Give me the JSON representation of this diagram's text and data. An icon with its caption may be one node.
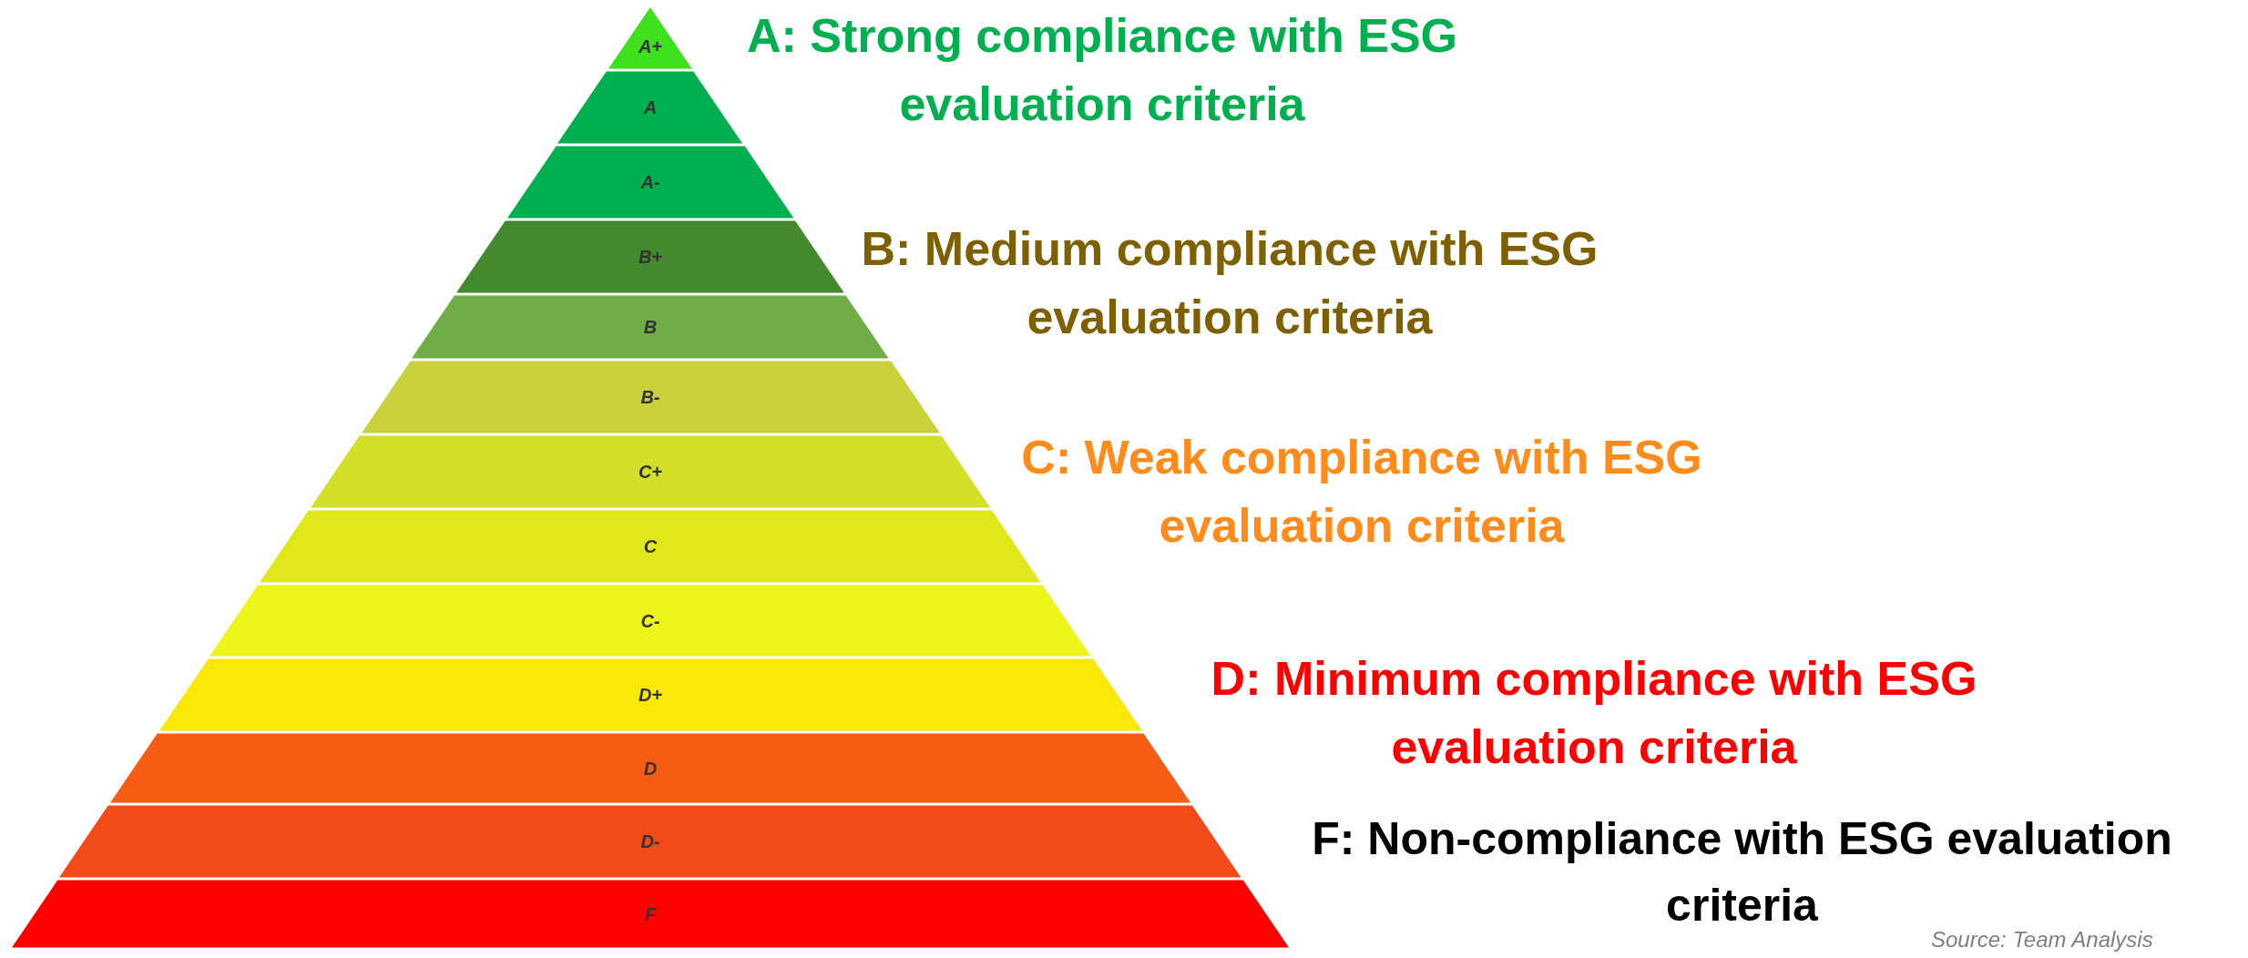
{
  "diagram": {
    "nodes": [
      {
        "text": [
          "A+"
        ]
      },
      {
        "text": [
          "A"
        ]
      },
      {
        "text": [
          "A-"
        ]
      },
      {
        "text": [
          "B+"
        ]
      },
      {
        "text": [
          "B"
        ]
      },
      {
        "text": [
          "B-"
        ]
      },
      {
        "text": [
          "C+"
        ]
      },
      {
        "text": [
          "C"
        ]
      },
      {
        "text": [
          "C-"
        ]
      },
      {
        "text": [
          "D+"
        ]
      },
      {
        "text": [
          "D"
        ]
      },
      {
        "text": [
          "D-"
        ]
      },
      {
        "text": [
          "F"
        ]
      }
    ],
    "edges": [],
    "labels": [
      "A: Strong compliance with ESG evaluation criteria",
      "B: Medium compliance with ESG evaluation criteria",
      "C: Weak compliance with ESG evaluation criteria",
      "D: Minimum compliance with ESG evaluation criteria",
      "F: Non-compliance with ESG evaluation criteria",
      "Source: Team Analysis"
    ]
  }
}
